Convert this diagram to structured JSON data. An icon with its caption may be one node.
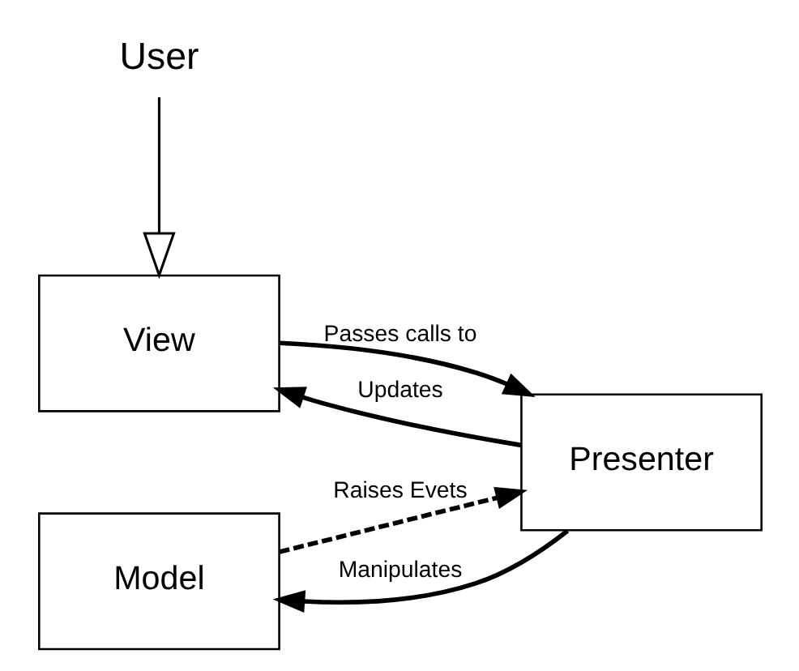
{
  "diagram": {
    "nodes": [
      {
        "text": [
          "User"
        ]
      },
      {
        "text": [
          "View"
        ]
      },
      {
        "text": [
          "Presenter"
        ]
      },
      {
        "text": [
          "Model"
        ]
      }
    ],
    "edges": [
      {
        "from": 0,
        "to": 1,
        "arrow": "to"
      },
      {
        "from": 1,
        "to": 2,
        "arrow": "to",
        "label": "Passes calls to"
      },
      {
        "from": 2,
        "to": 1,
        "arrow": "to",
        "label": "Updates"
      },
      {
        "from": 3,
        "to": 2,
        "arrow": "to",
        "label": "Raises Evets",
        "style": "dashed"
      },
      {
        "from": 2,
        "to": 3,
        "arrow": "to",
        "label": "Manipulates"
      }
    ]
  }
}
